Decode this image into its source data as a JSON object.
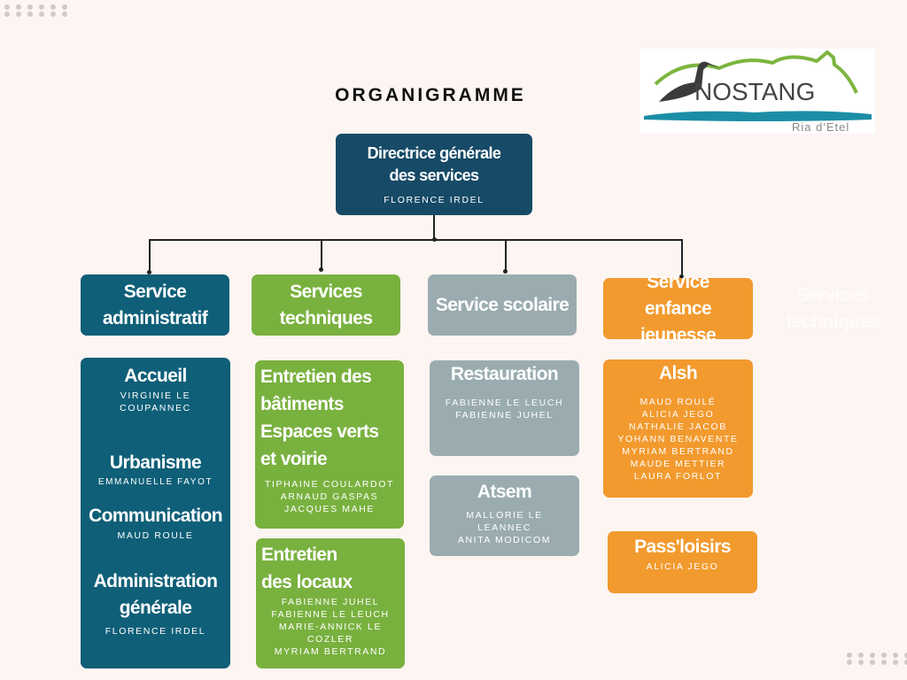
{
  "title": "ORGANIGRAMME",
  "logo": {
    "name": "NOSTANG",
    "subtitle": "Ria d'Etel"
  },
  "top": {
    "title": "Directrice générale des services",
    "name": "FLORENCE IRDEL"
  },
  "services": [
    {
      "label": "Service administratif"
    },
    {
      "label": "Services techniques"
    },
    {
      "label": "Service scolaire"
    },
    {
      "label": "Service enfance jeunesse"
    }
  ],
  "ghost": "Services techniques",
  "admin": [
    {
      "title": "Accueil",
      "names": [
        "VIRGINIE LE COUPANNEC"
      ]
    },
    {
      "title": "Urbanisme",
      "names": [
        "EMMANUELLE FAYOT"
      ]
    },
    {
      "title": "Communication",
      "names": [
        "MAUD ROULE"
      ]
    },
    {
      "title": "Administration générale",
      "names": [
        "FLORENCE IRDEL"
      ]
    }
  ],
  "tech": [
    {
      "title": "Entretien des bâtiments Espaces verts et voirie",
      "names": [
        "TIPHAINE COULARDOT",
        "ARNAUD GASPAS",
        "JACQUES MAHE"
      ]
    },
    {
      "title": "Entretien des locaux",
      "names": [
        "FABIENNE JUHEL",
        "FABIENNE LE LEUCH",
        "MARIE-ANNICK LE COZLER",
        "MYRIAM BERTRAND"
      ]
    }
  ],
  "scolaire": [
    {
      "title": "Restauration",
      "names": [
        "FABIENNE LE LEUCH",
        "FABIENNE JUHEL"
      ]
    },
    {
      "title": "Atsem",
      "names": [
        "MALLORIE LE LEANNEC",
        "ANITA MODICOM"
      ]
    }
  ],
  "enfance": [
    {
      "title": "Alsh",
      "names": [
        "MAUD ROULÉ",
        "ALICIA JEGO",
        "NATHALIE JACOB",
        "YOHANN BENAVENTE",
        "MYRIAM BERTRAND",
        "MAUDE METTIER",
        "LAURA FORLOT"
      ]
    },
    {
      "title": "Pass'loisirs",
      "names": [
        "ALICIA JEGO"
      ]
    }
  ]
}
